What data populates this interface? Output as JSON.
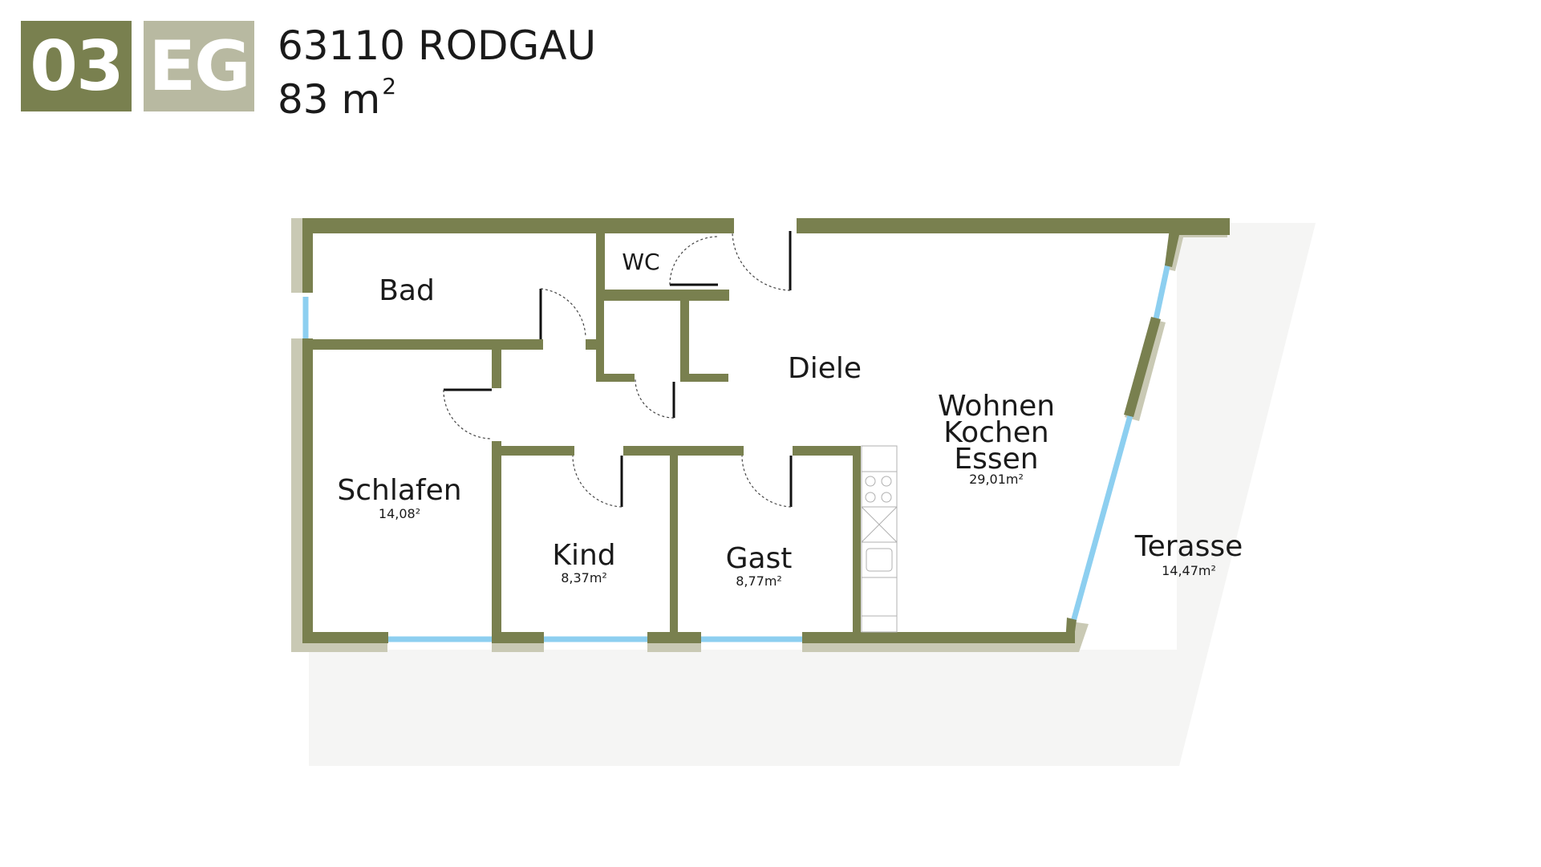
{
  "header": {
    "unit_number": "03",
    "floor_code": "EG",
    "city": "63110 RODGAU",
    "area_value": "83 m",
    "area_superscript": "2"
  },
  "colors": {
    "wall": "#79804f",
    "wall_shadow": "#c9c9b4",
    "badge_unit": "#79804f",
    "badge_floor": "#b8b9a1",
    "window": "#8dcff0",
    "terrace": "#f5f5f4",
    "text": "#1a1a1a"
  },
  "rooms": {
    "bad": {
      "name": "Bad"
    },
    "wc": {
      "name": "WC"
    },
    "diele": {
      "name": "Diele"
    },
    "wohnen": {
      "name_line1": "Wohnen",
      "name_line2": "Kochen",
      "name_line3": "Essen",
      "area": "29,01m²"
    },
    "schlafen": {
      "name": "Schlafen",
      "area": "14,08²"
    },
    "kind": {
      "name": "Kind",
      "area": "8,37m²"
    },
    "gast": {
      "name": "Gast",
      "area": "8,77m²"
    },
    "terrasse": {
      "name": "Terasse",
      "area": "14,47m²"
    }
  }
}
